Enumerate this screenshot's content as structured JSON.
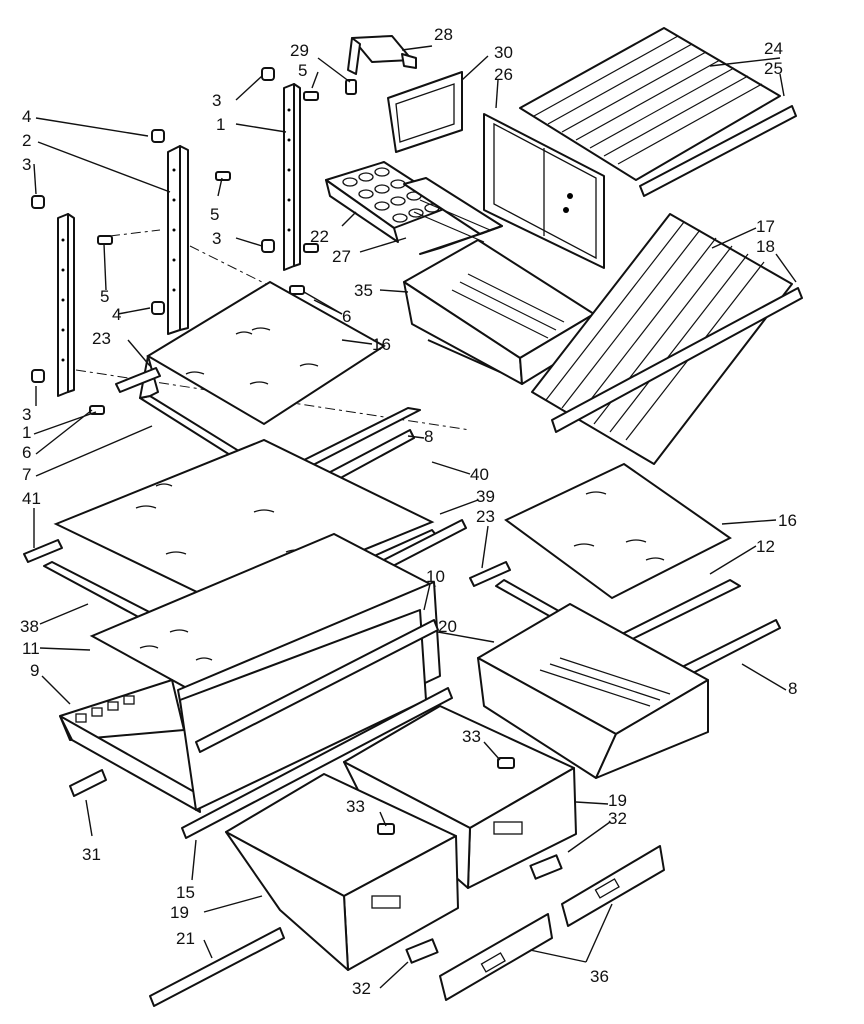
{
  "diagram": {
    "callouts": [
      {
        "id": "c28",
        "text": "28"
      },
      {
        "id": "c29",
        "text": "29"
      },
      {
        "id": "c30",
        "text": "30"
      },
      {
        "id": "c5a",
        "text": "5"
      },
      {
        "id": "c26",
        "text": "26"
      },
      {
        "id": "c24",
        "text": "24"
      },
      {
        "id": "c25",
        "text": "25"
      },
      {
        "id": "c3a",
        "text": "3"
      },
      {
        "id": "c1a",
        "text": "1"
      },
      {
        "id": "c4a",
        "text": "4"
      },
      {
        "id": "c2",
        "text": "2"
      },
      {
        "id": "c3b",
        "text": "3"
      },
      {
        "id": "c5b",
        "text": "5"
      },
      {
        "id": "c22",
        "text": "22"
      },
      {
        "id": "c3c",
        "text": "3"
      },
      {
        "id": "c27",
        "text": "27"
      },
      {
        "id": "c17",
        "text": "17"
      },
      {
        "id": "c18",
        "text": "18"
      },
      {
        "id": "c5c",
        "text": "5"
      },
      {
        "id": "c35",
        "text": "35"
      },
      {
        "id": "c4b",
        "text": "4"
      },
      {
        "id": "c6a",
        "text": "6"
      },
      {
        "id": "c23a",
        "text": "23"
      },
      {
        "id": "c16a",
        "text": "16"
      },
      {
        "id": "c3d",
        "text": "3"
      },
      {
        "id": "c1b",
        "text": "1"
      },
      {
        "id": "c6b",
        "text": "6"
      },
      {
        "id": "c8a",
        "text": "8"
      },
      {
        "id": "c7",
        "text": "7"
      },
      {
        "id": "c40",
        "text": "40"
      },
      {
        "id": "c41",
        "text": "41"
      },
      {
        "id": "c39",
        "text": "39"
      },
      {
        "id": "c23b",
        "text": "23"
      },
      {
        "id": "c16b",
        "text": "16"
      },
      {
        "id": "c12",
        "text": "12"
      },
      {
        "id": "c10",
        "text": "10"
      },
      {
        "id": "c38",
        "text": "38"
      },
      {
        "id": "c20",
        "text": "20"
      },
      {
        "id": "c11",
        "text": "11"
      },
      {
        "id": "c9",
        "text": "9"
      },
      {
        "id": "c8b",
        "text": "8"
      },
      {
        "id": "c33a",
        "text": "33"
      },
      {
        "id": "c19a",
        "text": "19"
      },
      {
        "id": "c32a",
        "text": "32"
      },
      {
        "id": "c33b",
        "text": "33"
      },
      {
        "id": "c31",
        "text": "31"
      },
      {
        "id": "c15",
        "text": "15"
      },
      {
        "id": "c19b",
        "text": "19"
      },
      {
        "id": "c21",
        "text": "21"
      },
      {
        "id": "c36",
        "text": "36"
      },
      {
        "id": "c32b",
        "text": "32"
      }
    ]
  }
}
